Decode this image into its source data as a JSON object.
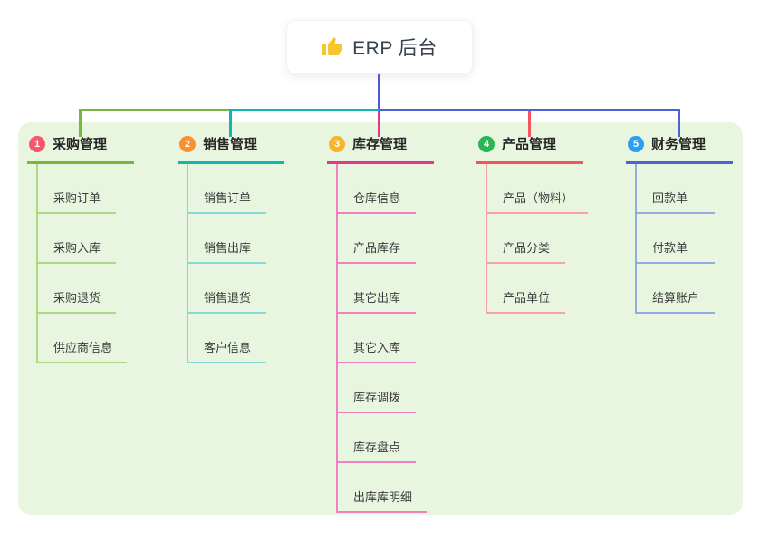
{
  "root": {
    "label": "ERP 后台",
    "icon": "thumbs-up-icon",
    "icon_color": "#F7C52D",
    "box_bg": "#ffffff",
    "line_color": "#4F5BD5"
  },
  "canvas": {
    "bg": "#E8F6E0"
  },
  "branches": [
    {
      "num": "1",
      "title": "采购管理",
      "color": "#76B83B",
      "light": "#ABDA87",
      "badge": "#F6576E",
      "children": [
        "采购订单",
        "采购入库",
        "采购退货",
        "供应商信息"
      ]
    },
    {
      "num": "2",
      "title": "销售管理",
      "color": "#0FB7AE",
      "light": "#82DBD3",
      "badge": "#F9902F",
      "children": [
        "销售订单",
        "销售出库",
        "销售退货",
        "客户信息"
      ]
    },
    {
      "num": "3",
      "title": "库存管理",
      "color": "#E5368F",
      "light": "#F27FBE",
      "badge": "#F7B52C",
      "children": [
        "仓库信息",
        "产品库存",
        "其它出库",
        "其它入库",
        "库存调拨",
        "库存盘点",
        "出库库明细"
      ]
    },
    {
      "num": "4",
      "title": "产品管理",
      "color": "#F4545E",
      "light": "#F9A2A6",
      "badge": "#2CB553",
      "children": [
        "产品（物料）",
        "产品分类",
        "产品单位"
      ]
    },
    {
      "num": "5",
      "title": "财务管理",
      "color": "#4766D3",
      "light": "#93ABE3",
      "badge": "#2BA0F2",
      "children": [
        "回款单",
        "付款单",
        "结算账户"
      ]
    }
  ]
}
